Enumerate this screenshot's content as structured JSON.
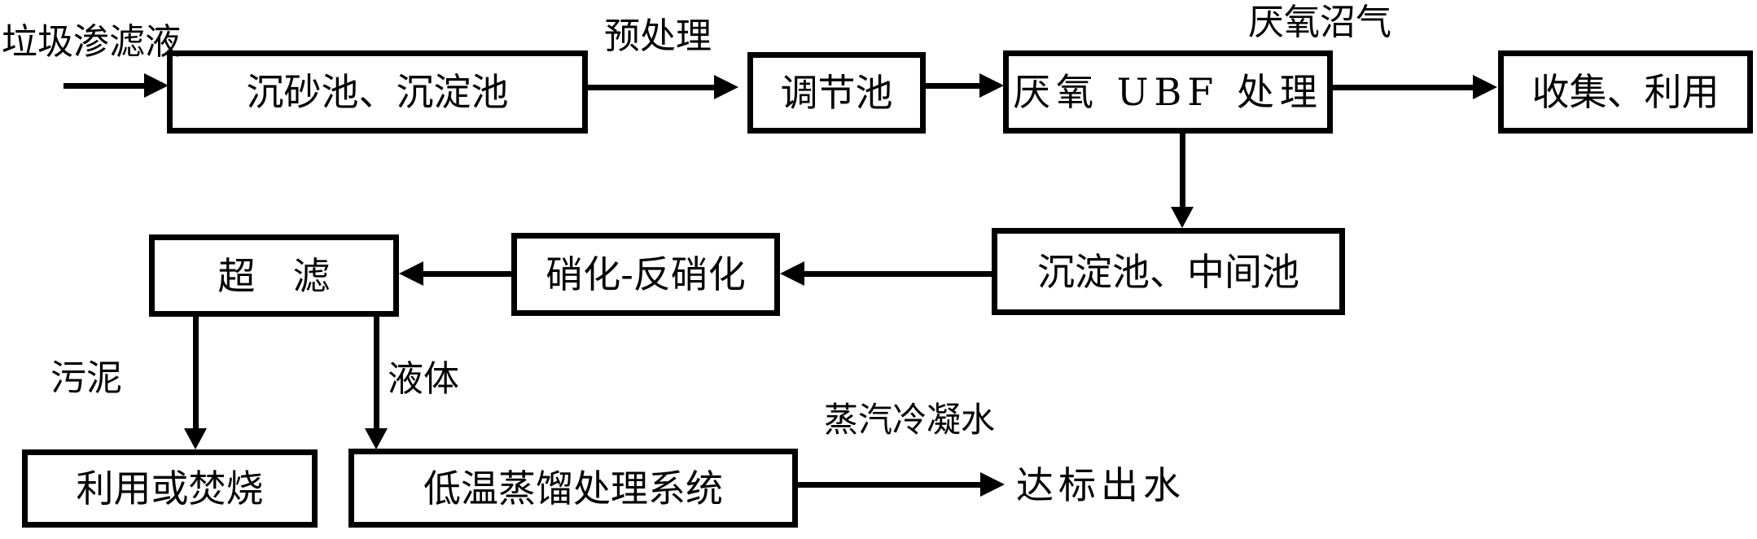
{
  "diagram": {
    "nodes": {
      "grit": {
        "label": "沉砂池、沉淀池"
      },
      "regulation": {
        "label": "调节池"
      },
      "ubf": {
        "label": "厌氧 UBF 处理"
      },
      "collect": {
        "label": "收集、利用"
      },
      "intermediate": {
        "label": "沉淀池、中间池"
      },
      "nitrification": {
        "label": "硝化-反硝化"
      },
      "ultrafiltration": {
        "label": "超　滤"
      },
      "incineration": {
        "label": "利用或焚烧"
      },
      "distillation": {
        "label": "低温蒸馏处理系统"
      }
    },
    "flow_labels": {
      "influent": "垃圾渗滤液",
      "pretreatment": "预处理",
      "biogas": "厌氧沼气",
      "sludge": "污泥",
      "liquid": "液体",
      "steam_condensate": "蒸汽冷凝水",
      "effluent": "达标出水"
    },
    "colors": {
      "line": "#000000",
      "background": "#ffffff"
    }
  }
}
